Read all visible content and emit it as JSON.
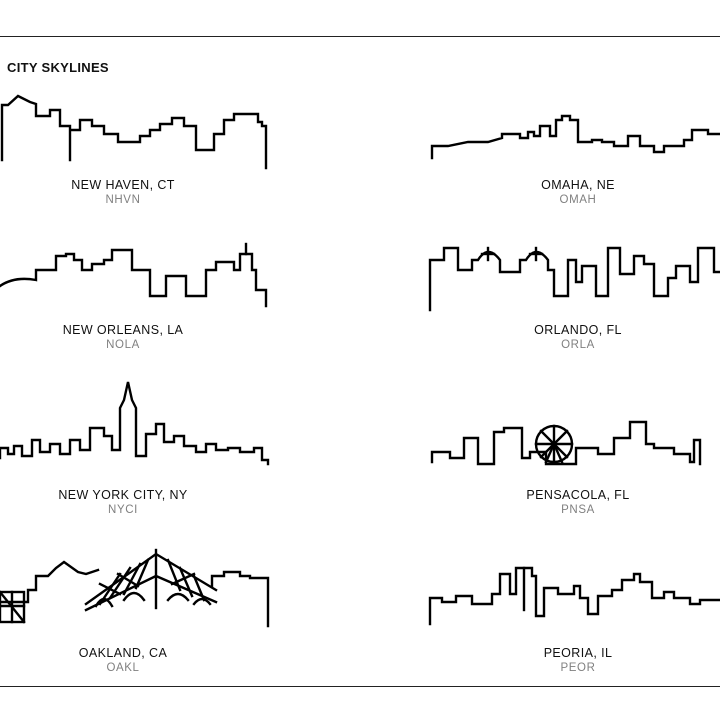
{
  "heading": "CITY SKYLINES",
  "colors": {
    "line": "#000000",
    "code_text": "#808080",
    "rule": "#222222"
  },
  "cities": [
    {
      "name": "NEW HAVEN, CT",
      "code": "NHVN"
    },
    {
      "name": "OMAHA, NE",
      "code": "OMAH"
    },
    {
      "name": "NEW ORLEANS, LA",
      "code": "NOLA"
    },
    {
      "name": "ORLANDO, FL",
      "code": "ORLA"
    },
    {
      "name": "NEW YORK CITY, NY",
      "code": "NYCI"
    },
    {
      "name": "PENSACOLA, FL",
      "code": "PNSA"
    },
    {
      "name": "OAKLAND, CA",
      "code": "OAKL"
    },
    {
      "name": "PEORIA, IL",
      "code": "PEOR"
    }
  ]
}
